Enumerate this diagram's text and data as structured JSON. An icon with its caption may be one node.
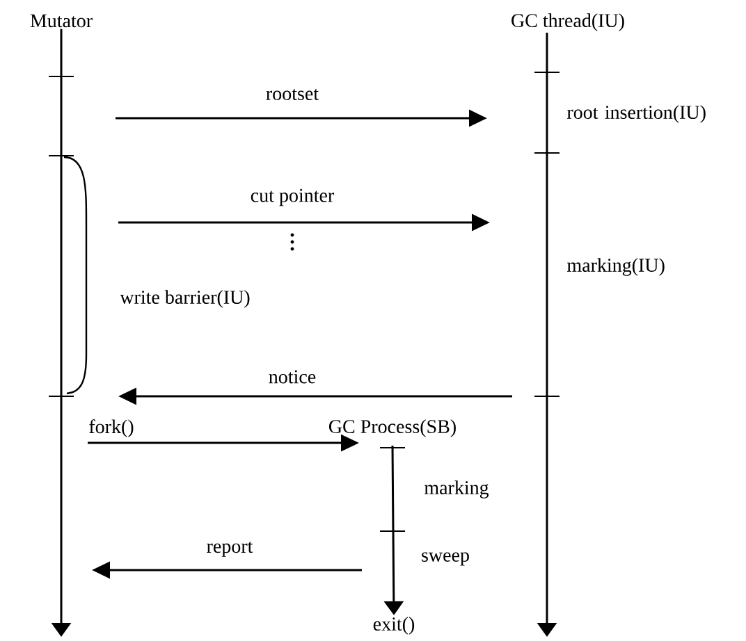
{
  "diagram": {
    "nodes": [
      {
        "text": [
          "Mutator"
        ]
      },
      {
        "text": [
          "GC thread(IU)"
        ]
      },
      {
        "text": [
          "GC Process(SB)"
        ]
      },
      {
        "text": [
          "exit()"
        ]
      }
    ],
    "edges": [
      {
        "from": 0,
        "to": null,
        "arrow": "to"
      },
      {
        "from": 1,
        "to": null,
        "arrow": "to"
      },
      {
        "from": 2,
        "to": 3,
        "arrow": "to"
      },
      {
        "from": null,
        "to": 2,
        "arrow": "to",
        "label": "fork()"
      }
    ],
    "labels": [
      "rootset",
      "root insertion(IU)",
      "cut pointer",
      "marking(IU)",
      "write barrier(IU)",
      "notice",
      "marking",
      "report",
      "sweep"
    ]
  }
}
